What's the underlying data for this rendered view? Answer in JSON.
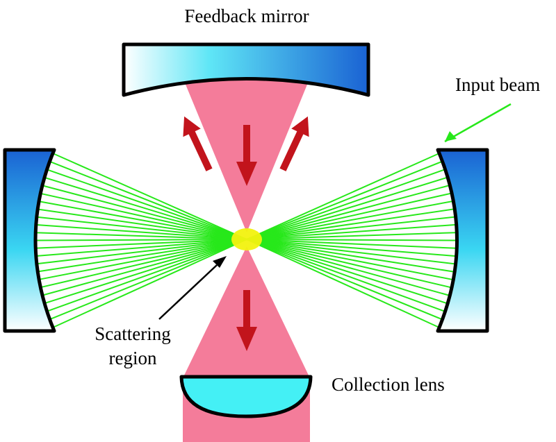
{
  "labels": {
    "feedback_mirror": "Feedback mirror",
    "input_beam": "Input beam",
    "scattering_line1": "Scattering",
    "scattering_line2": "region",
    "collection_lens": "Collection lens"
  },
  "colors": {
    "collected_light": "#f47c9a",
    "probe_beam": "#27e81a",
    "scattering_spot": "#f2f20f",
    "mirror_dark": "#1a62d3",
    "mirror_mid": "#33d4f0",
    "lens_fill": "#44f0f5",
    "arrow": "#c2141c",
    "outline": "#000000"
  },
  "icons": [
    "feedback-mirror-icon",
    "left-mirror-icon",
    "right-mirror-icon",
    "collection-lens-icon",
    "scattering-spot-icon"
  ],
  "probe_beam_ray_count": 23
}
